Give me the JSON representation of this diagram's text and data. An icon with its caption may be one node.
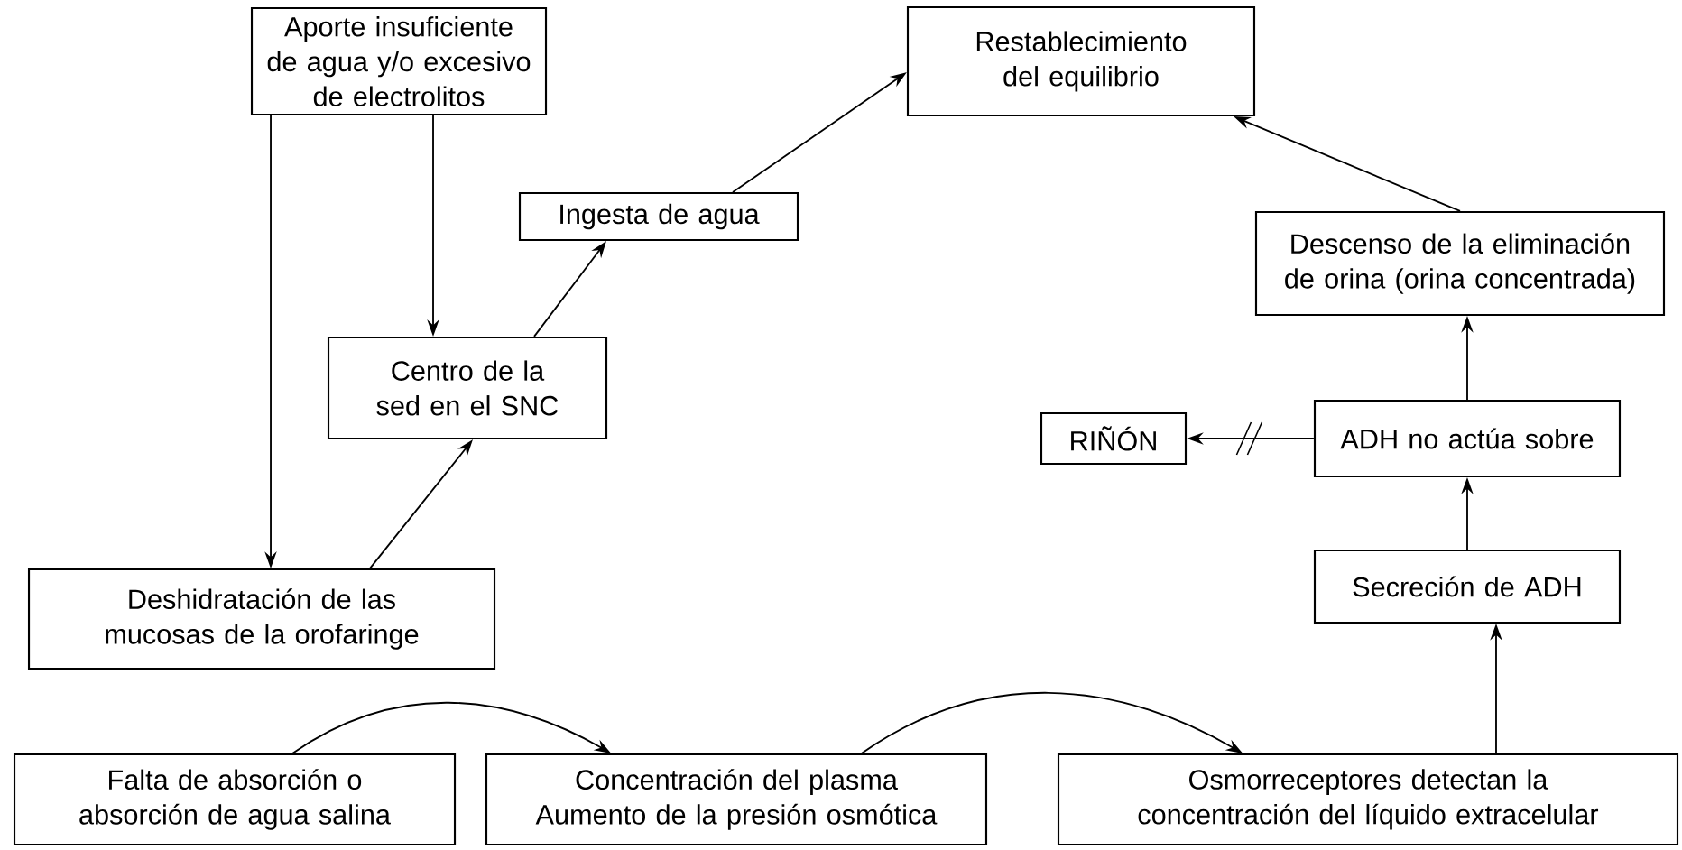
{
  "diagram": {
    "nodes": [
      {
        "text": [
          "Aporte insuficiente de agua y/o excesivo de electrolitos"
        ]
      },
      {
        "text": [
          "Restablecimiento del equilibrio"
        ]
      },
      {
        "text": [
          "Ingesta de agua"
        ]
      },
      {
        "text": [
          "Centro de  la sed en el SNC"
        ]
      },
      {
        "text": [
          "Descenso de la eliminación de orina (orina concentrada)"
        ]
      },
      {
        "text": [
          "RIÑÓN"
        ]
      },
      {
        "text": [
          "ADH no actúa sobre"
        ]
      },
      {
        "text": [
          "Deshidratación de las mucosas de la orofaringe"
        ]
      },
      {
        "text": [
          "Secreción de ADH"
        ]
      },
      {
        "text": [
          "Falta de absorción o absorción de agua salina"
        ]
      },
      {
        "text": [
          "Concentración del plasma Aumento de la presión osmótica"
        ]
      },
      {
        "text": [
          "Osmorreceptores detectan la concentración del líquido extracelular"
        ]
      }
    ],
    "edges": [
      {
        "from": 0,
        "to": 3,
        "arrow": "to"
      },
      {
        "from": 0,
        "to": 7,
        "arrow": "to"
      },
      {
        "from": 7,
        "to": 3,
        "arrow": "to"
      },
      {
        "from": 3,
        "to": 2,
        "arrow": "to"
      },
      {
        "from": 2,
        "to": 1,
        "arrow": "to"
      },
      {
        "from": 4,
        "to": 1,
        "arrow": "to"
      },
      {
        "from": 6,
        "to": 4,
        "arrow": "to"
      },
      {
        "from": 6,
        "to": 5,
        "arrow": "to"
      },
      {
        "from": 8,
        "to": 6,
        "arrow": "to"
      },
      {
        "from": 11,
        "to": 8,
        "arrow": "to"
      },
      {
        "from": 9,
        "to": 10,
        "arrow": "to"
      },
      {
        "from": 10,
        "to": 11,
        "arrow": "to"
      }
    ]
  }
}
